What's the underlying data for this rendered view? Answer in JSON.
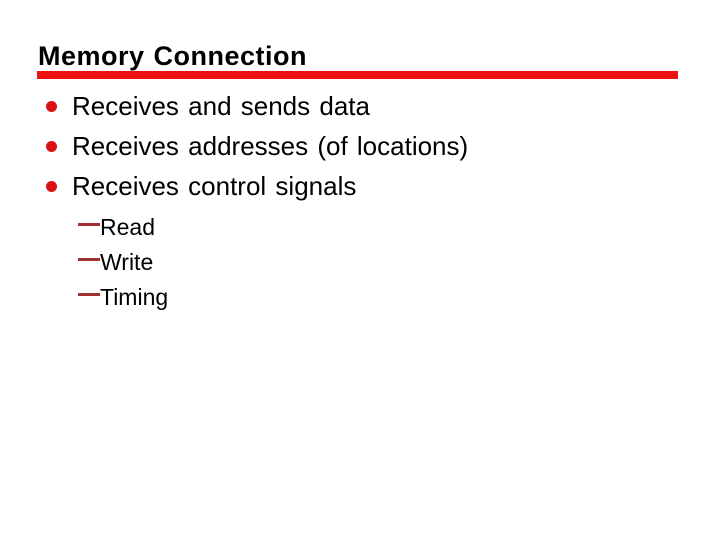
{
  "slide": {
    "title": "Memory Connection",
    "bullets": [
      {
        "label": "Receives and sends data"
      },
      {
        "label": "Receives addresses (of locations)"
      },
      {
        "label": "Receives control signals"
      }
    ],
    "sub_bullets": [
      {
        "label": "Read"
      },
      {
        "label": "Write"
      },
      {
        "label": "Timing"
      }
    ],
    "icons": {
      "bullet_marker": "filled-circle-bullet",
      "sub_bullet_marker": "em-dash-bullet"
    },
    "colors": {
      "background": "#ffffff",
      "title_text": "#000000",
      "body_text": "#000000",
      "rule": "#ee1111",
      "bullet_dot": "#dd1111",
      "sub_dash": "#a03232"
    }
  }
}
